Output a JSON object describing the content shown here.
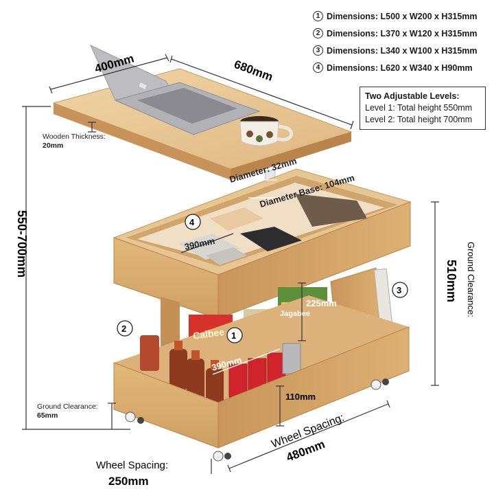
{
  "specs": [
    {
      "num": "1",
      "text": "Dimensions: L500 x W200 x H315mm"
    },
    {
      "num": "2",
      "text": "Dimensions: L370 x W120 x H315mm"
    },
    {
      "num": "3",
      "text": "Dimensions: L340 x W100 x H315mm"
    },
    {
      "num": "4",
      "text": "Dimensions: L620 x W340 x H90mm"
    }
  ],
  "levels": {
    "title": "Two Adjustable Levels:",
    "level1": "Level 1: Total height 550mm",
    "level2": "Level 2: Total height 700mm"
  },
  "dimensions": {
    "top_depth": "400mm",
    "top_length": "680mm",
    "diameter": "Diameter: 32mm",
    "diameter_base": "Diameter Base: 104mm",
    "tray_width": "390mm",
    "shelf_width": "390mm",
    "shelf_height": "225mm",
    "inner_height": "110mm",
    "total_height": "550-700mm",
    "ground_clearance_big": "510mm",
    "ground_clearance_big_label": "Ground Clearance:",
    "wheel_spacing_right_label": "Wheel Spacing:",
    "wheel_spacing_right_value": "480mm",
    "wheel_spacing_bottom_label": "Wheel Spacing:",
    "wheel_spacing_bottom_value": "250mm"
  },
  "notes": {
    "wood_thickness_label": "Wooden Thickness:",
    "wood_thickness_value": "20mm",
    "ground_clearance_label": "Ground Clearance:",
    "ground_clearance_value": "65mm"
  },
  "callouts": {
    "c1": "1",
    "c2": "2",
    "c3": "3",
    "c4": "4"
  },
  "product_text": {
    "brand1": "Calbee",
    "brand2": "Jagabee"
  },
  "colors": {
    "wood_light": "#e8c795",
    "wood_mid": "#d9ae72",
    "wood_dark": "#b8864c",
    "laptop": "#c9c9cc",
    "text": "#1a1a1a"
  }
}
